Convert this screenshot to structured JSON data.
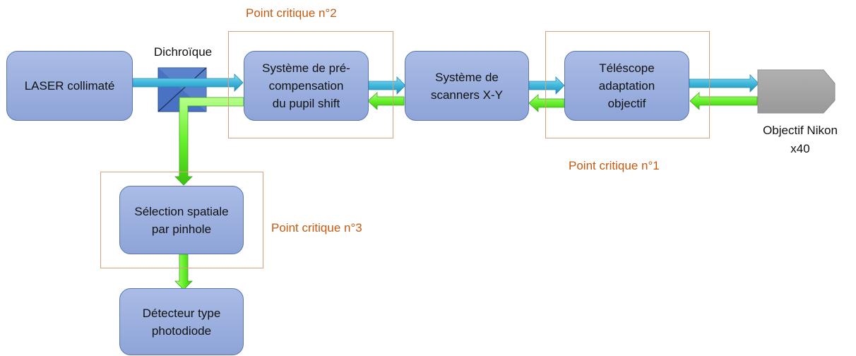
{
  "blocks": {
    "laser": "LASER collimaté",
    "precomp": "Système de pré-\ncompensation\ndu pupil shift",
    "scanners": "Système de\nscanners X-Y",
    "telescope": "Téléscope\nadaptation\nobjectif",
    "pinhole": "Sélection spatiale\npar pinhole",
    "detector": "Détecteur type\nphotodiode"
  },
  "labels": {
    "dichroic": "Dichroïque",
    "objective": "Objectif Nikon\nx40"
  },
  "critical_points": {
    "p1": "Point critique n°1",
    "p2": "Point critique n°2",
    "p3": "Point critique n°3"
  },
  "colors": {
    "block_fill": "#99aee0",
    "block_border": "#5b76b0",
    "laser_beam": "#3fb7dc",
    "return_beam": "#66f02a",
    "critical_frame": "#d8a07c",
    "critical_text": "#c55a11",
    "objective": "#a6a6a6",
    "dichroic": "#4a72c4"
  }
}
